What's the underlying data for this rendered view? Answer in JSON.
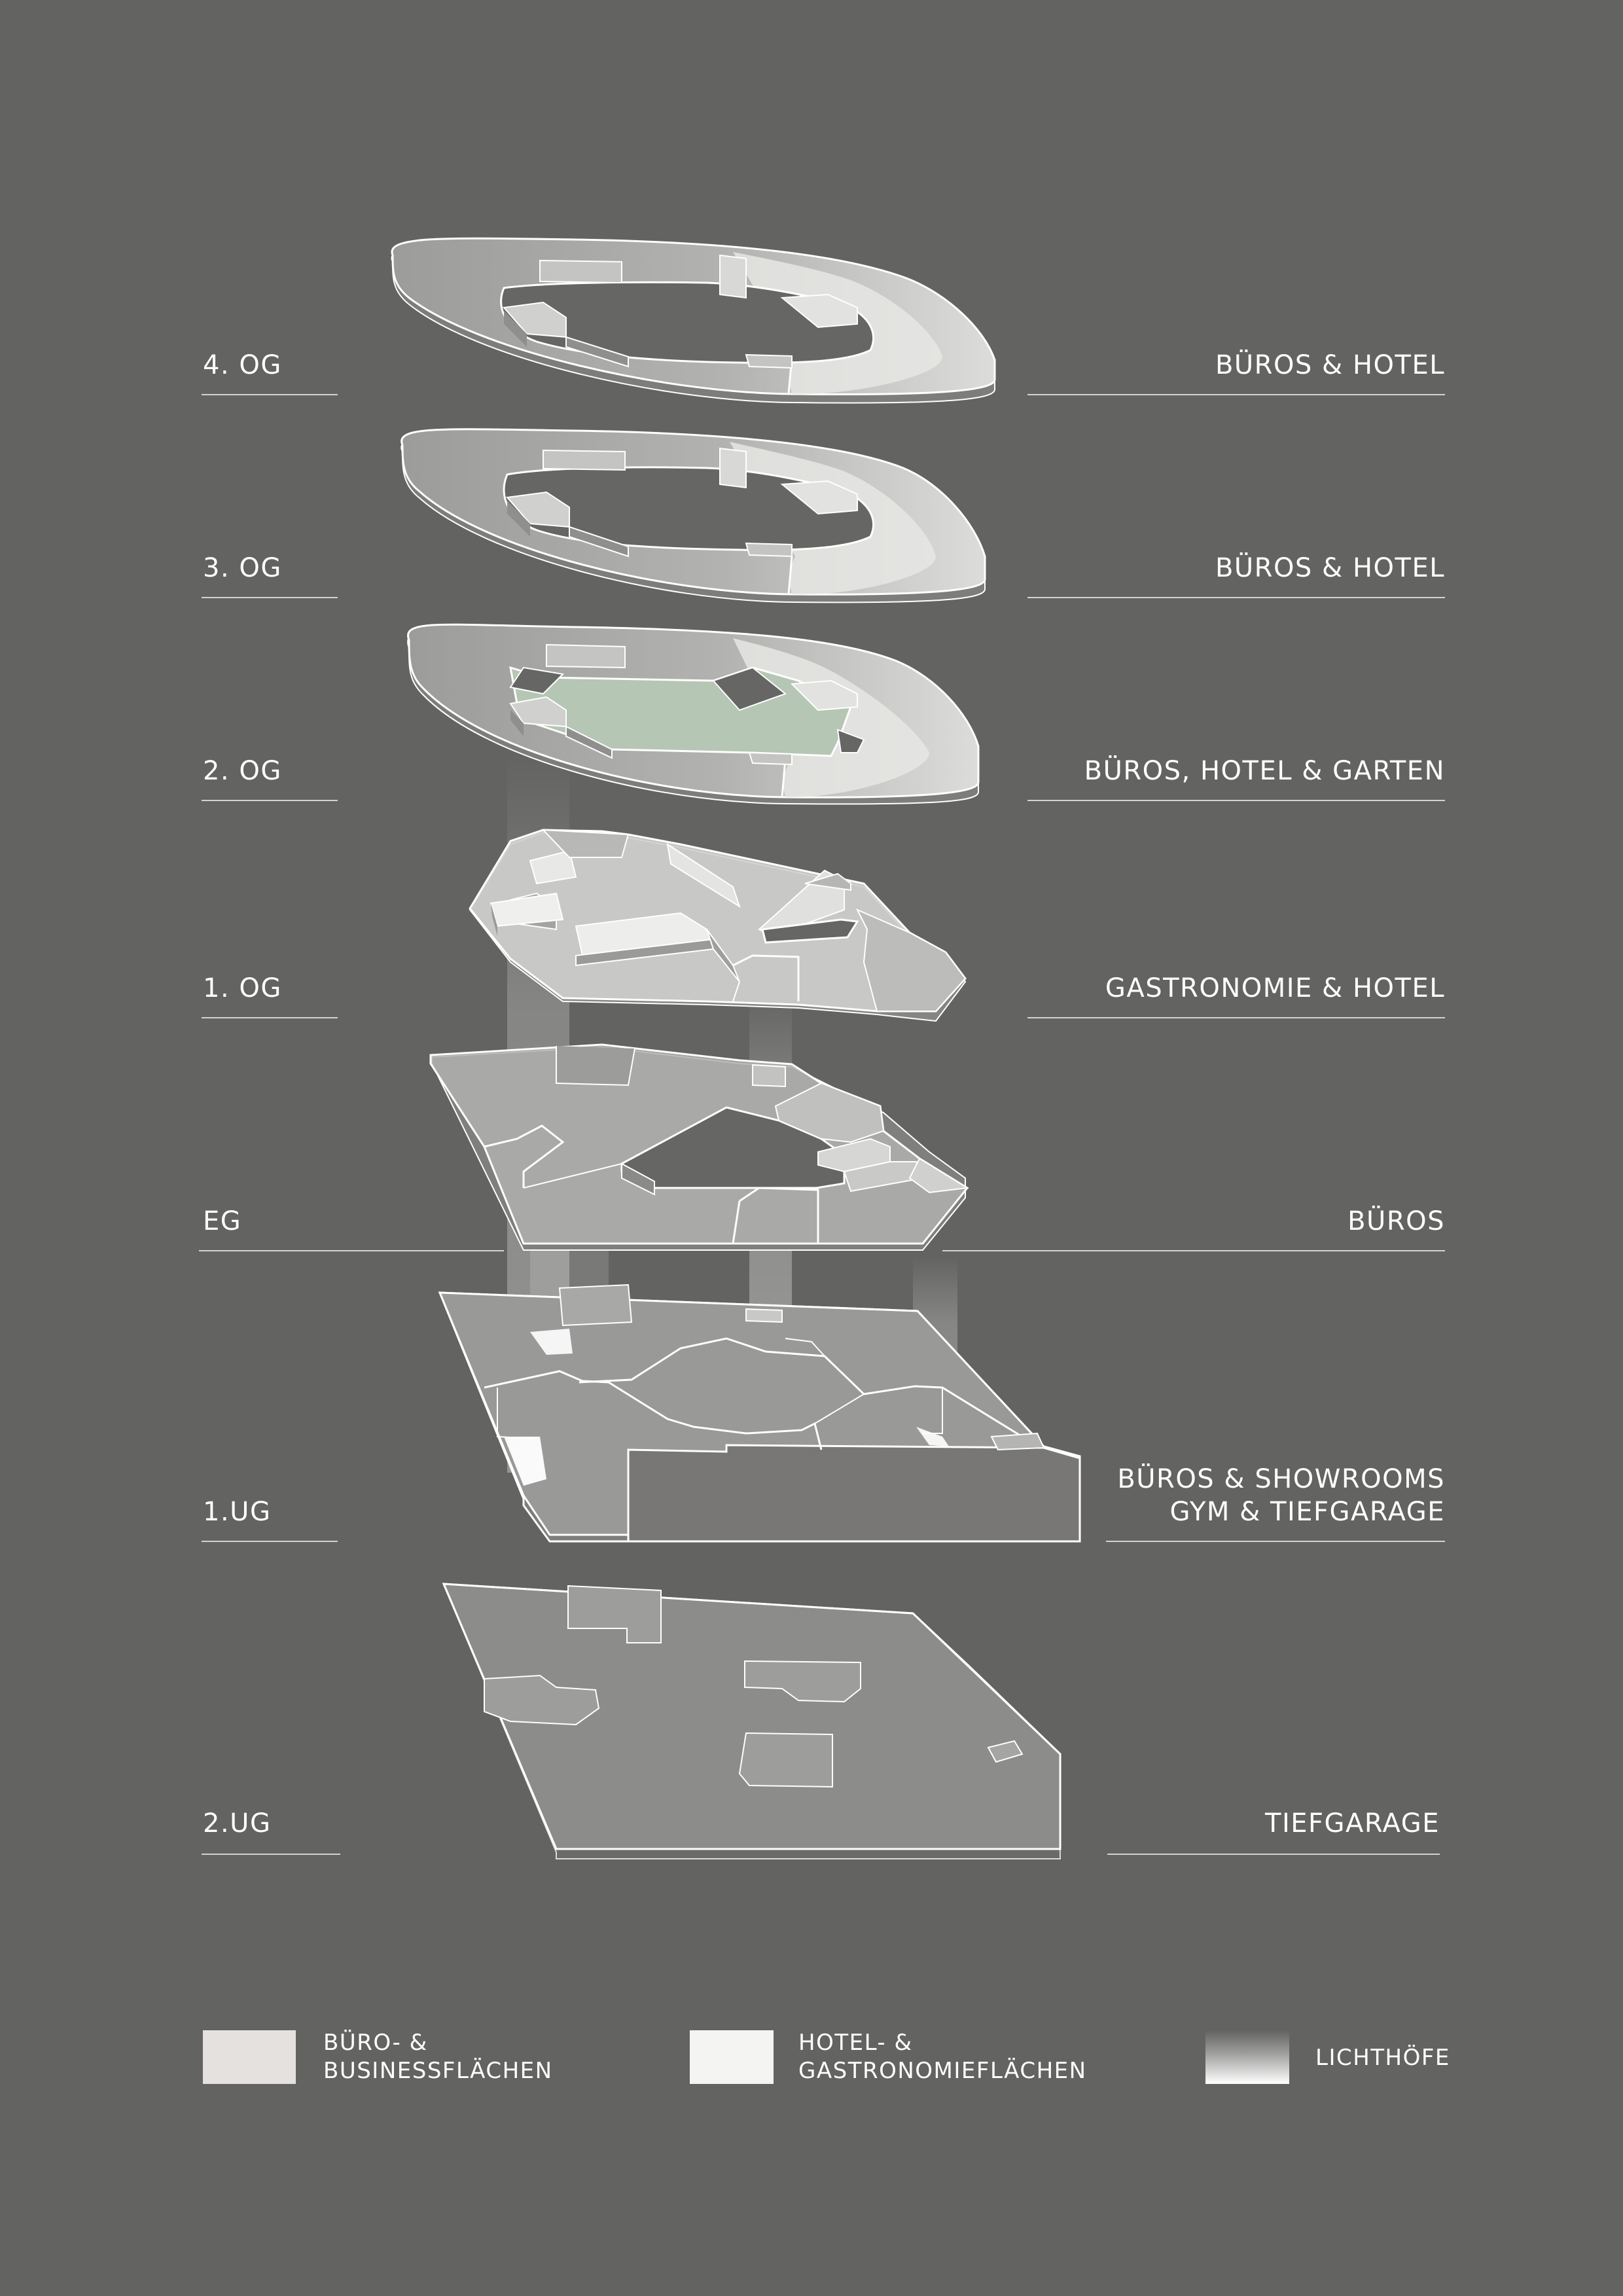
{
  "floors": [
    {
      "id": "og4",
      "level": "4. OG",
      "use": "BÜROS & HOTEL"
    },
    {
      "id": "og3",
      "level": "3. OG",
      "use": "BÜROS & HOTEL"
    },
    {
      "id": "og2",
      "level": "2. OG",
      "use": "BÜROS, HOTEL & GARTEN"
    },
    {
      "id": "og1",
      "level": "1. OG",
      "use": "GASTRONOMIE & HOTEL"
    },
    {
      "id": "eg",
      "level": "EG",
      "use": "BÜROS"
    },
    {
      "id": "ug1",
      "level": "1.UG",
      "use_line1": "BÜROS & SHOWROOMS",
      "use_line2": "GYM & TIEFGARAGE"
    },
    {
      "id": "ug2",
      "level": "2.UG",
      "use": "TIEFGARAGE"
    }
  ],
  "legend": [
    {
      "line1": "BÜRO- &",
      "line2": "BUSINESSFLÄCHEN",
      "color": "#e5e1de"
    },
    {
      "line1": "HOTEL- &",
      "line2": "GASTRONOMIEFLÄCHEN",
      "color": "#f4f4f3"
    },
    {
      "line1": "LICHTHÖFE",
      "color": "#ffffff"
    }
  ],
  "colors": {
    "background": "#636361",
    "slab": "#b4b4b2",
    "slab_edge": "#ffffff",
    "garden": "#b9c9b8",
    "garage": "#7a7977"
  }
}
